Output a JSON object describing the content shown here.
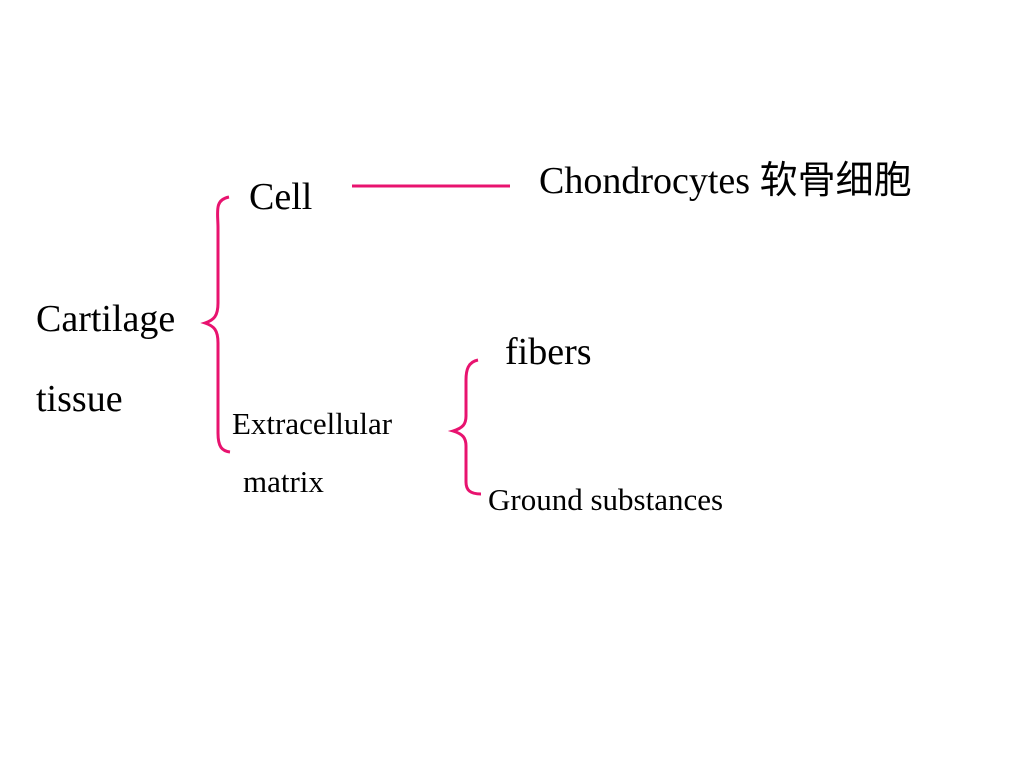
{
  "diagram": {
    "accent_color": "#e8136f",
    "root": {
      "line1": "Cartilage",
      "line2": "tissue"
    },
    "cell": {
      "label": "Cell",
      "description": "Chondrocytes 软骨细胞"
    },
    "matrix": {
      "line1": "Extracellular",
      "line2": "matrix",
      "fibers": "fibers",
      "ground": "Ground substances"
    }
  }
}
